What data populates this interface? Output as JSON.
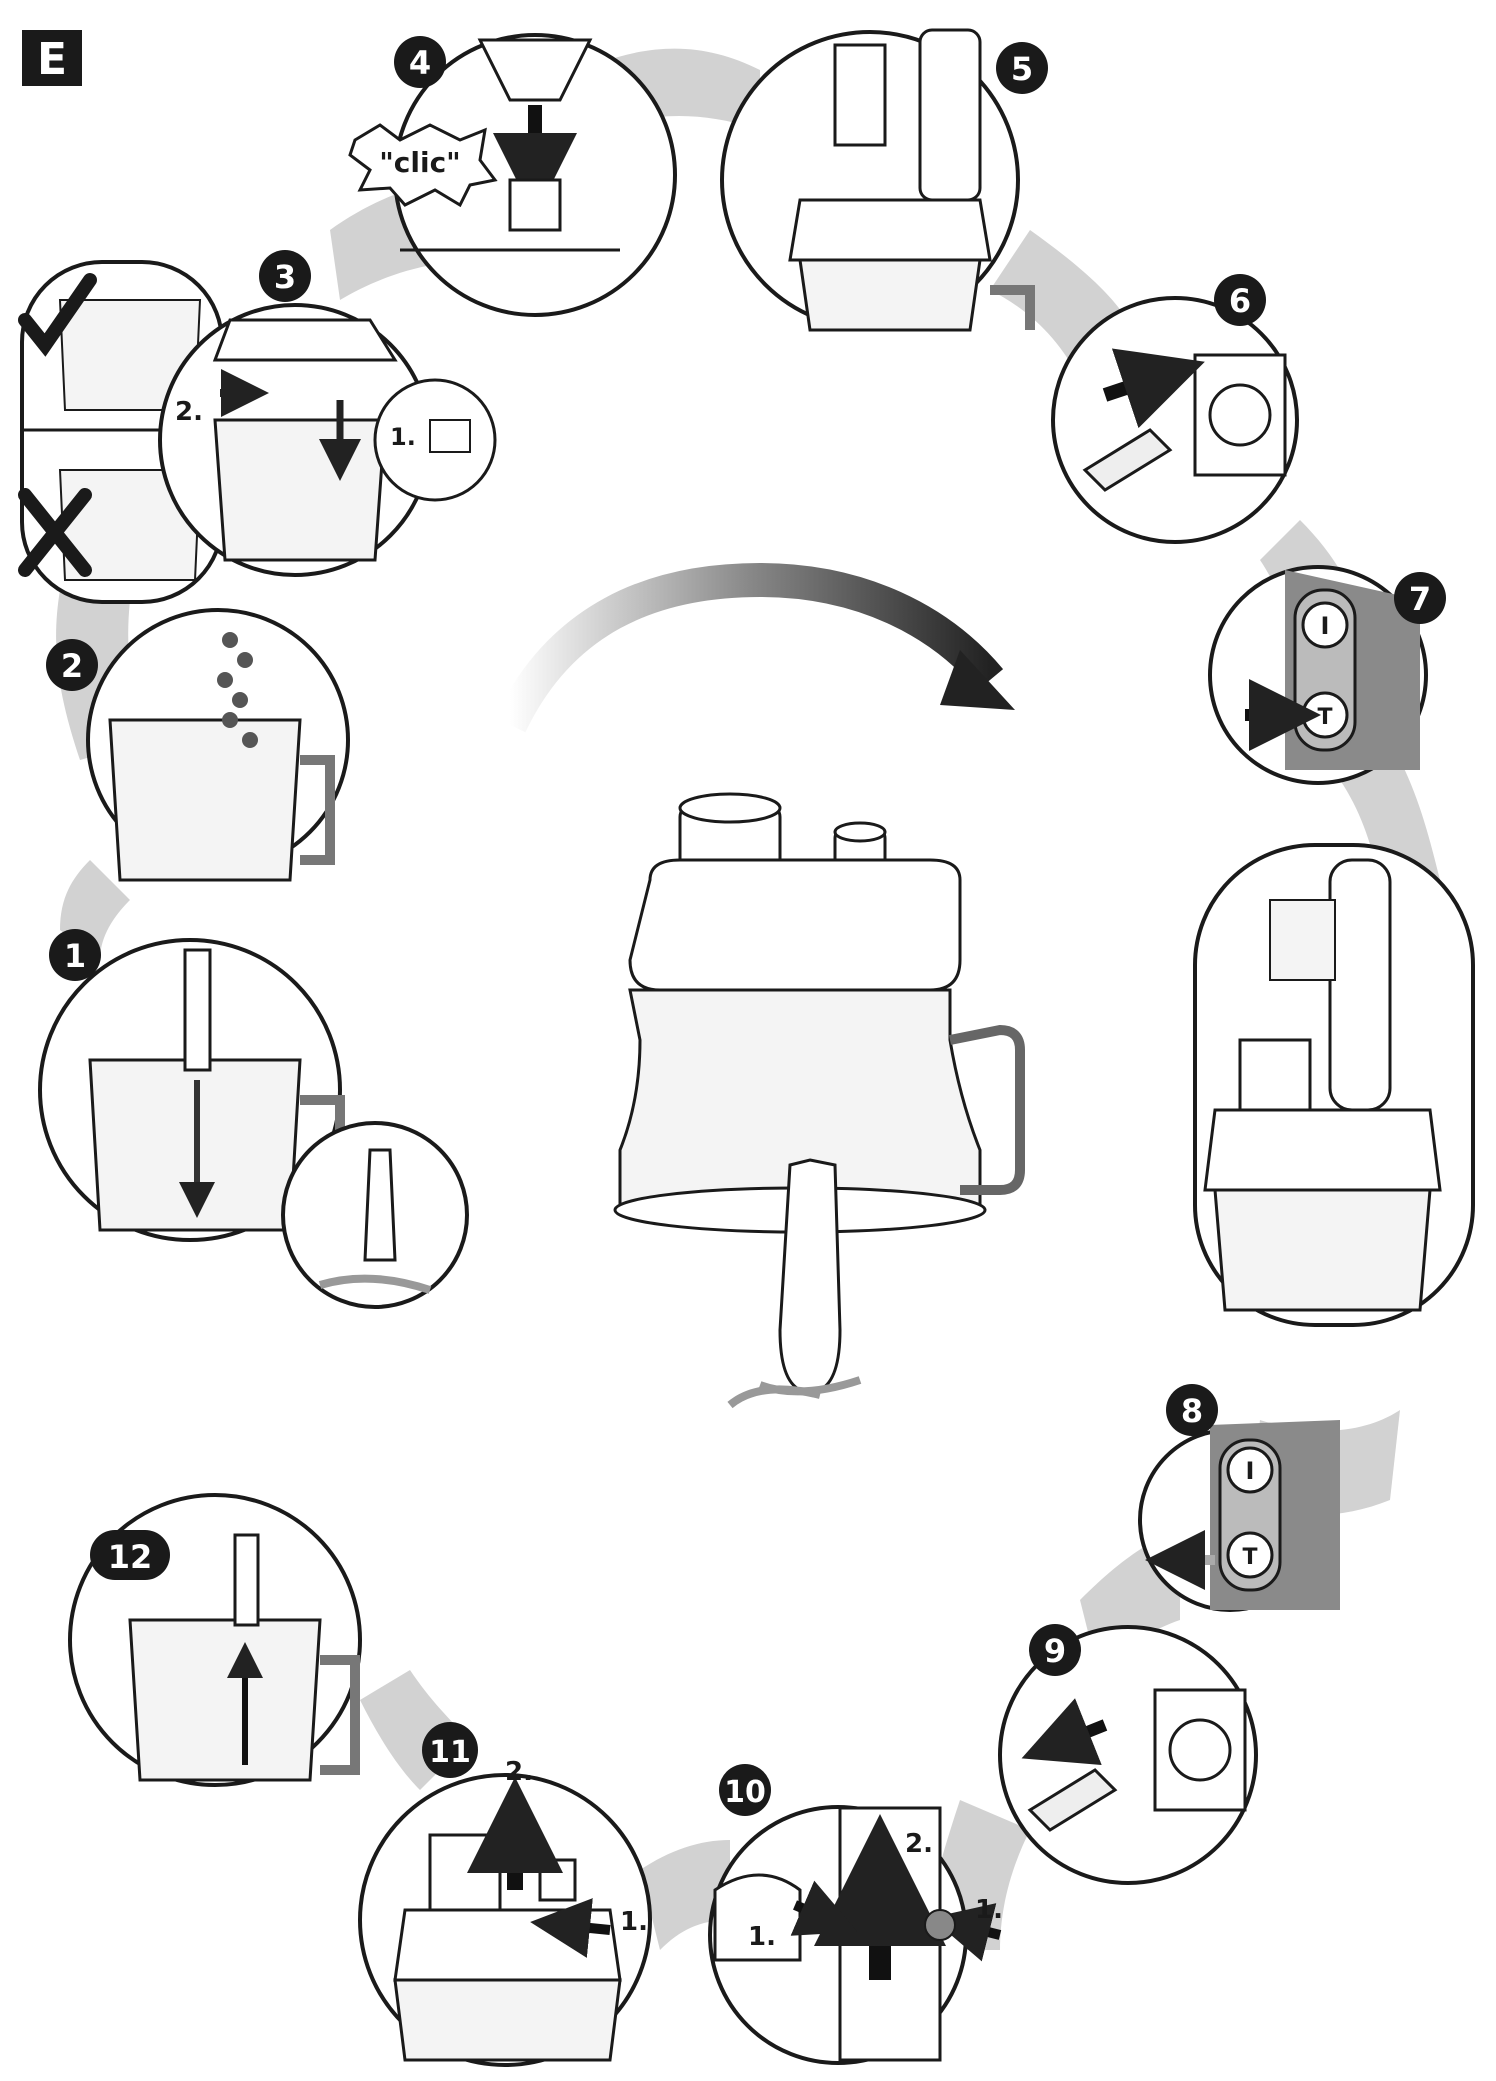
{
  "section_letter": "E",
  "step_numbers": [
    "1",
    "2",
    "3",
    "4",
    "5",
    "6",
    "7",
    "8",
    "9",
    "10",
    "11",
    "12"
  ],
  "clic_label": "\"clic\"",
  "sub_labels": {
    "s3_a": "2.",
    "s3_b": "1.",
    "s10_a": "1.",
    "s10_b": "2.",
    "s10_c": "1.",
    "s11_a": "2.",
    "s11_b": "1."
  },
  "buttons": {
    "on_symbol": "I",
    "turbo_symbol": "T"
  },
  "colors": {
    "line": "#1a1a1a",
    "flow_band": "#d2d2d2",
    "arrow_dark": "#222222",
    "handle_grey": "#8a8a8a"
  },
  "icons": [
    "check-icon",
    "cross-icon",
    "plug-icon",
    "socket-icon",
    "arrow-icon"
  ]
}
